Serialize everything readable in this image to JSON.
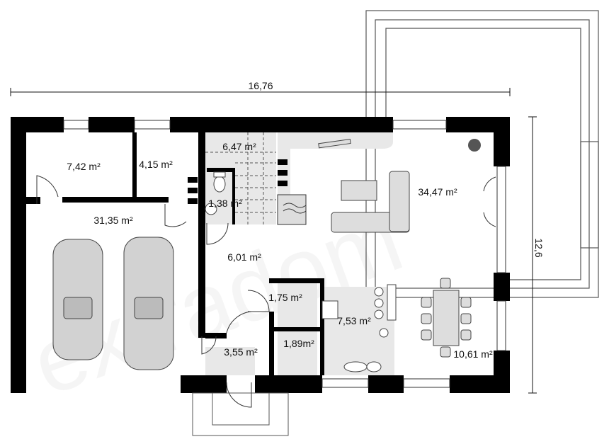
{
  "plan": {
    "watermark": "extradom",
    "dimensions": {
      "width": "16,76",
      "depth": "12,6"
    },
    "rooms": {
      "room_a": "7,42 m²",
      "room_b": "4,15 m²",
      "stairs": "6,47 m²",
      "wc": "1,38 m²",
      "garage": "31,35 m²",
      "living": "34,47 m²",
      "hall": "6,01 m²",
      "pantry": "1,75 m²",
      "kitchen": "7,53 m²",
      "closet": "1,89m²",
      "vestibule": "3,55 m²",
      "dining": "10,61 m²"
    },
    "colors": {
      "wall": "#000000",
      "fill": "#e6e6e6",
      "car": "#cfcfcf"
    }
  }
}
